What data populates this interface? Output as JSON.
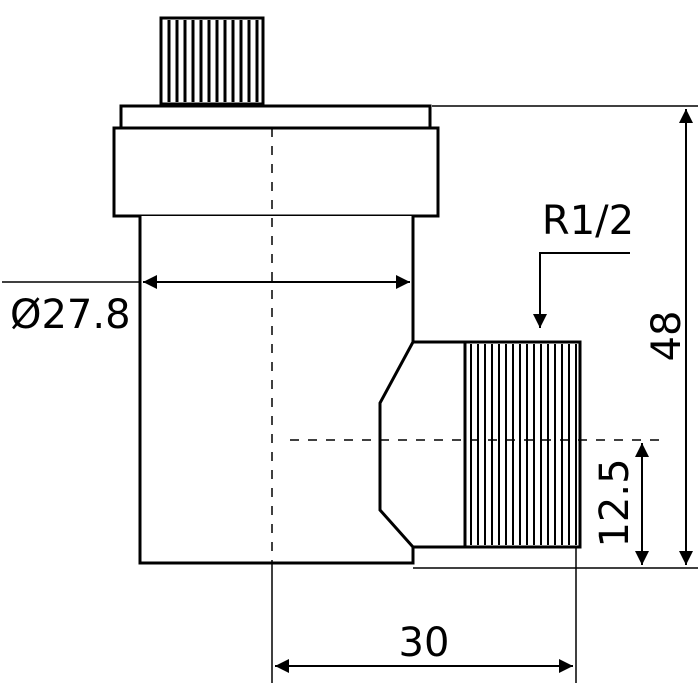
{
  "drawing": {
    "dimensions": {
      "body_diameter": "Ø27.8",
      "thread": "R1/2",
      "total_height": "48",
      "outlet_height": "12.5",
      "outlet_offset": "30"
    },
    "colors": {
      "ink": "#000000",
      "background": "#ffffff"
    }
  }
}
